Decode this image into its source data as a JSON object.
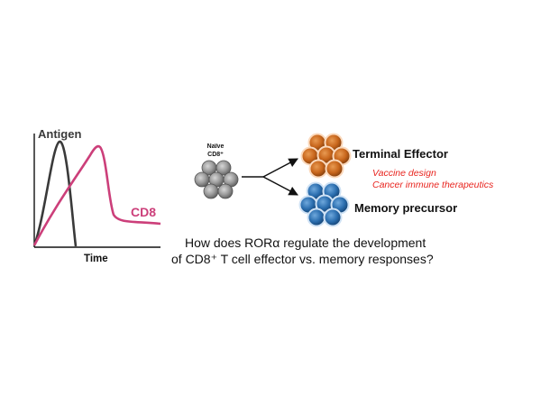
{
  "graph": {
    "antigen_label": "Antigen",
    "cd8_label": "CD8",
    "time_label": "Time"
  },
  "diagram": {
    "naive_line1": "Naïve",
    "naive_line2": "CD8⁺",
    "terminal_effector": "Terminal Effector",
    "memory_precursor": "Memory precursor",
    "application1": "Vaccine design",
    "application2": "Cancer immune therapeutics"
  },
  "question": {
    "line1": "How does RORα regulate the development",
    "line2": "of CD8⁺ T cell effector vs. memory responses?"
  },
  "colors": {
    "antigen_curve": "#3a3a3a",
    "cd8_curve": "#cc3f7a",
    "effector_cell": "#c8661c",
    "memory_cell": "#2c6fb0",
    "naive_cell": "#9a9a9a",
    "application_text": "#e8251f"
  }
}
